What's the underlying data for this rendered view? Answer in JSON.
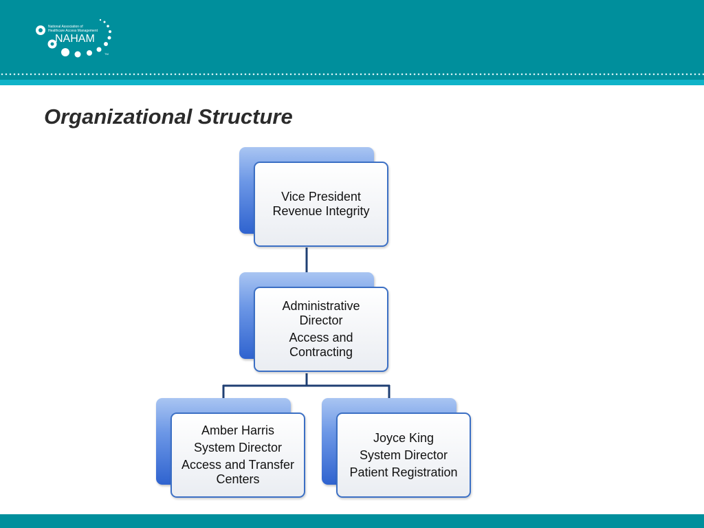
{
  "header": {
    "logo": {
      "org_line1": "National Association of",
      "org_line2": "Healthcare Access Management",
      "acronym": "NAHAM",
      "trademark": "TM"
    }
  },
  "slide": {
    "title": "Organizational Structure"
  },
  "org_chart": {
    "root": {
      "lines": [
        "Vice President Revenue Integrity"
      ]
    },
    "middle": {
      "lines": [
        "Administrative Director",
        "Access and Contracting"
      ]
    },
    "left": {
      "lines": [
        "Amber Harris",
        "System Director",
        "Access and Transfer Centers"
      ]
    },
    "right": {
      "lines": [
        "Joyce King",
        "System Director",
        "Patient Registration"
      ]
    }
  },
  "colors": {
    "header": "#008f9c",
    "accent_strip": "#0fb3c8",
    "node_back": "#4a7fe0",
    "connector": "#1f3f73"
  }
}
